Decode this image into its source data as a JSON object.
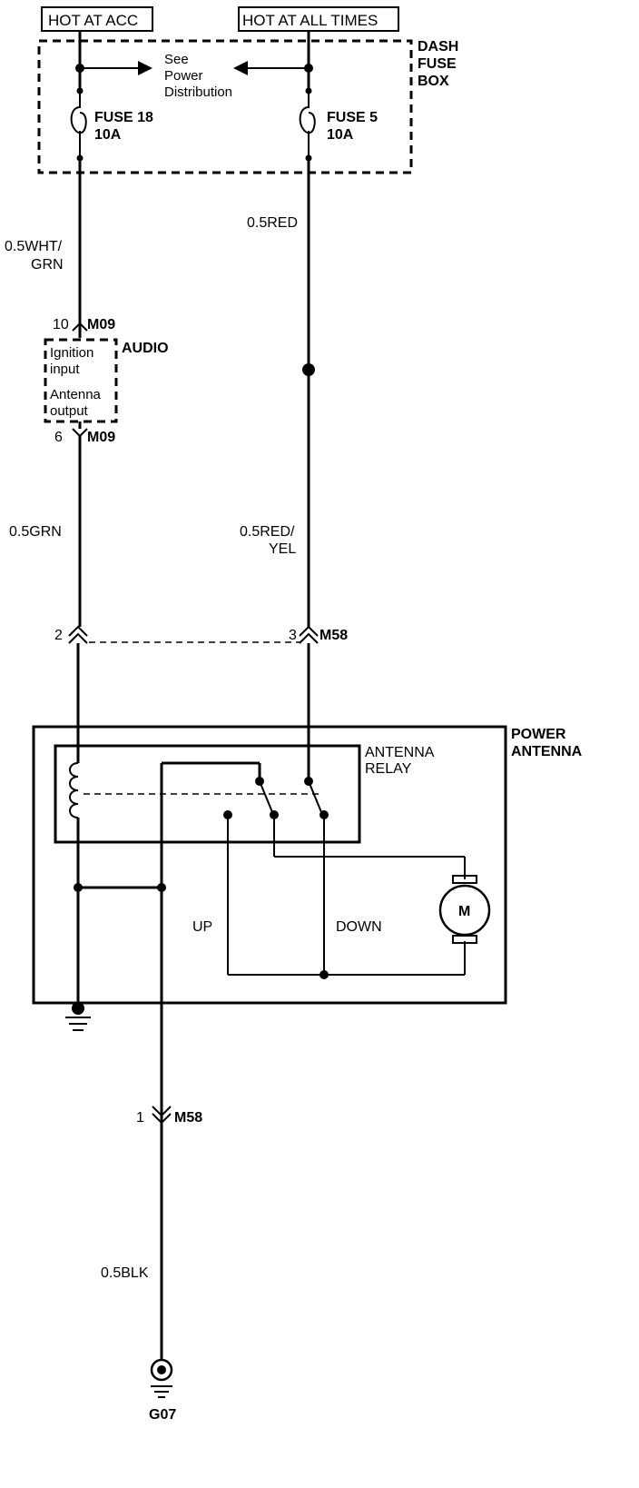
{
  "supply": {
    "hot_at_acc": "HOT AT ACC",
    "hot_at_all_times": "HOT AT ALL TIMES"
  },
  "fuse_box": {
    "label_line1": "DASH",
    "label_line2": "FUSE",
    "label_line3": "BOX",
    "note_line1": "See",
    "note_line2": "Power",
    "note_line3": "Distribution",
    "fuse_left_name": "FUSE 18",
    "fuse_left_rating": "10A",
    "fuse_right_name": "FUSE 5",
    "fuse_right_rating": "10A"
  },
  "wires": {
    "left_top_line1": "0.5WHT/",
    "left_top_line2": "GRN",
    "right_top": "0.5RED",
    "left_mid": "0.5GRN",
    "right_mid_line1": "0.5RED/",
    "right_mid_line2": "YEL",
    "ground": "0.5BLK"
  },
  "audio": {
    "label": "AUDIO",
    "pin_top": "10",
    "conn_top": "M09",
    "pin_bottom": "6",
    "conn_bottom": "M09",
    "ignition_line1": "Ignition",
    "ignition_line2": "input",
    "antenna_line1": "Antenna",
    "antenna_line2": "output"
  },
  "connector_m58": {
    "pin_left": "2",
    "pin_right": "3",
    "name": "M58",
    "pin_ground": "1",
    "name_ground": "M58"
  },
  "power_antenna": {
    "label_line1": "POWER",
    "label_line2": "ANTENNA",
    "relay_line1": "ANTENNA",
    "relay_line2": "RELAY",
    "up": "UP",
    "down": "DOWN",
    "motor": "M"
  },
  "ground": {
    "name": "G07"
  }
}
